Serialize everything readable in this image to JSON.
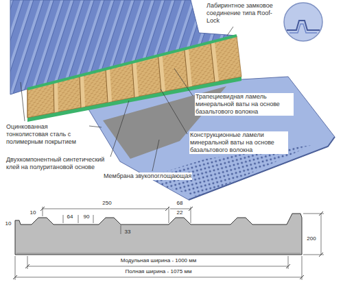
{
  "diagram": {
    "labels": [
      "Лабиринтное замковое соединение типа Roof-Lock",
      "Трапециевидная ламель минеральной ваты на основе базальтового волокна",
      "Оцинкованная тонколистовая сталь с полимерным покрытием",
      "Конструкционные ламели минеральной ваты на основе базальтового волокна",
      "Двухкомпонентный синтетический клей на полуритановой основе",
      "Мембрана звукопоглощающая",
      "250",
      "68",
      "64",
      "90",
      "22",
      "10",
      "10",
      "33",
      "200",
      "Модульная ширина - 1000 мм",
      "Полная ширина - 1075 мм"
    ]
  }
}
